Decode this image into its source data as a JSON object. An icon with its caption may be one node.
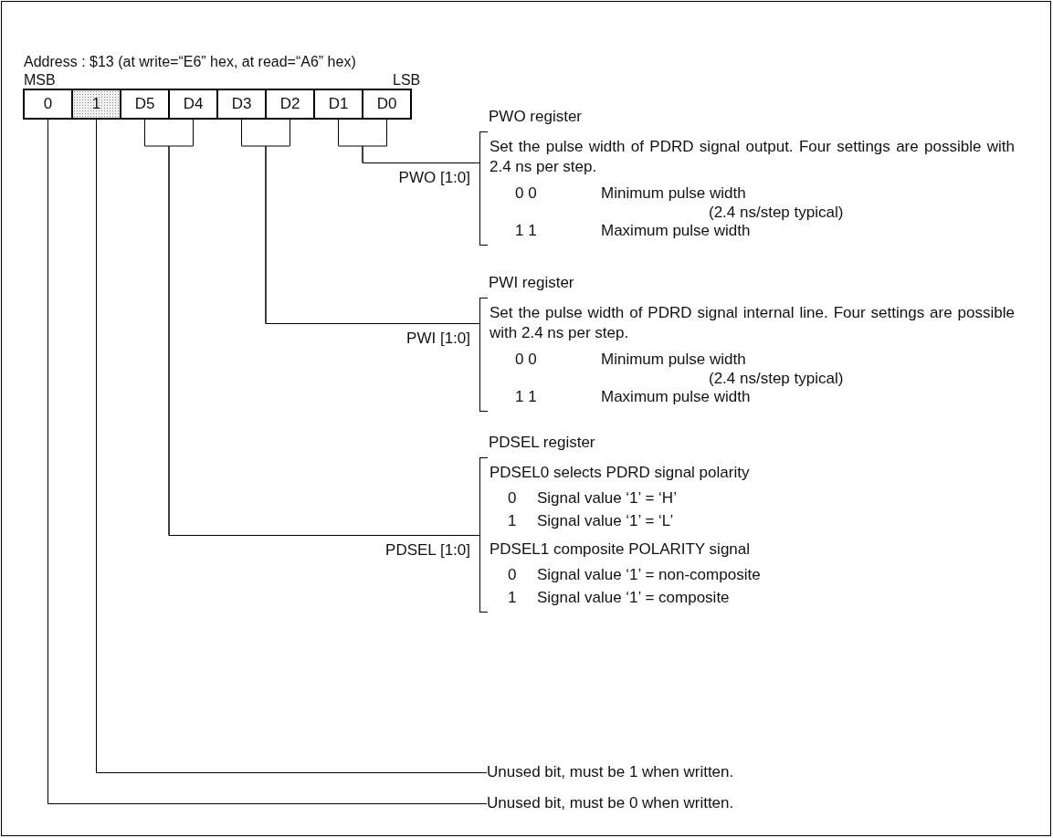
{
  "diagram": {
    "nodes": [
      {
        "text": [
          "0"
        ]
      },
      {
        "text": [
          "1"
        ]
      },
      {
        "text": [
          "D5"
        ]
      },
      {
        "text": [
          "D4"
        ]
      },
      {
        "text": [
          "D3"
        ]
      },
      {
        "text": [
          "D2"
        ]
      },
      {
        "text": [
          "D1"
        ]
      },
      {
        "text": [
          "D0"
        ]
      },
      {
        "text": [
          "PWO register",
          "Set the pulse width of PDRD signal output. Four settings are possible with 2.4 ns per step.",
          "0 0",
          "Minimum pulse width",
          "(2.4 ns/step typical)",
          "1 1",
          "Maximum pulse width"
        ]
      },
      {
        "text": [
          "PWI register",
          "Set the pulse width of PDRD signal internal line. Four settings are possible with 2.4 ns per step.",
          "0 0",
          "Minimum pulse width",
          "(2.4 ns/step typical)",
          "1 1",
          "Maximum pulse width"
        ]
      },
      {
        "text": [
          "PDSEL register",
          "PDSEL0 selects PDRD signal polarity",
          "0",
          "Signal value ‘1’ = ‘H’",
          "1",
          "Signal value ‘1’ = ‘L’",
          "PDSEL1 composite POLARITY signal",
          "0",
          "Signal value ‘1’ = non-composite",
          "1",
          "Signal value ‘1’ = composite"
        ]
      },
      {
        "text": [
          "Unused bit, must be 1 when written."
        ]
      },
      {
        "text": [
          "Unused bit, must be 0 when written."
        ]
      }
    ],
    "edges": [
      {
        "from": 6,
        "to": 8,
        "arrow": "none",
        "label": "PWO [1:0]"
      },
      {
        "from": 7,
        "to": 8,
        "arrow": "none"
      },
      {
        "from": 4,
        "to": 9,
        "arrow": "none",
        "label": "PWI [1:0]"
      },
      {
        "from": 5,
        "to": 9,
        "arrow": "none"
      },
      {
        "from": 2,
        "to": 10,
        "arrow": "none",
        "label": "PDSEL [1:0]"
      },
      {
        "from": 3,
        "to": 10,
        "arrow": "none"
      },
      {
        "from": 1,
        "to": 11,
        "arrow": "none"
      },
      {
        "from": 0,
        "to": 12,
        "arrow": "none"
      }
    ],
    "labels": [
      "Address : $13 (at write=“E6” hex, at read=“A6” hex)",
      "MSB",
      "LSB"
    ]
  }
}
